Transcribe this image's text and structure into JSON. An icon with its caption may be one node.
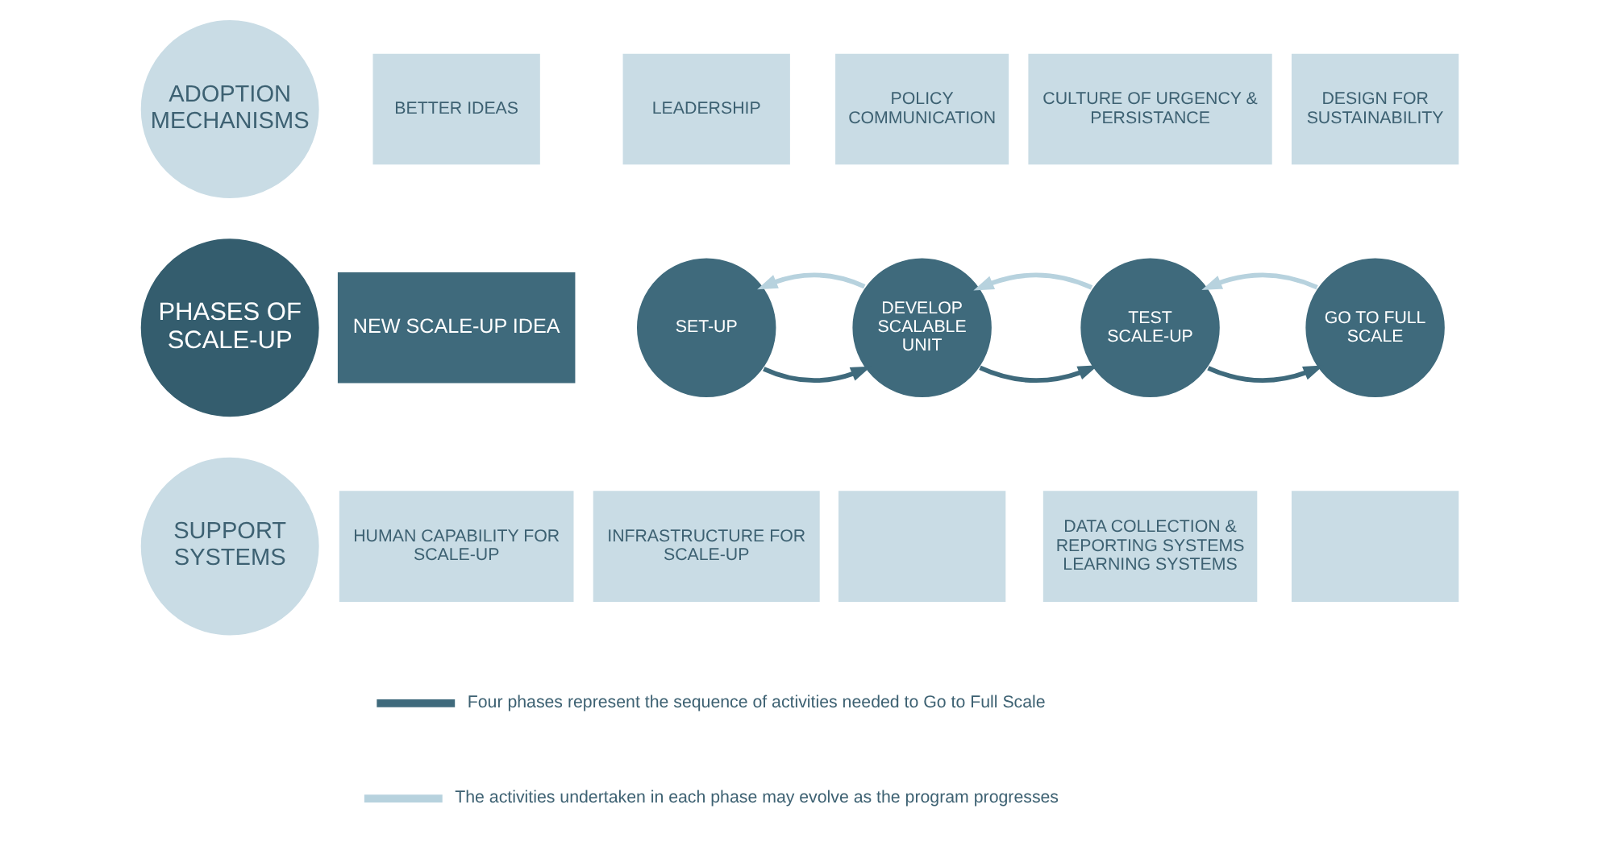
{
  "diagram": {
    "nodes": [
      {
        "text": [
          "ADOPTION MECHANISMS"
        ]
      },
      {
        "text": [
          "BETTER IDEAS"
        ]
      },
      {
        "text": [
          "LEADERSHIP"
        ]
      },
      {
        "text": [
          "POLICY",
          "COMMUNICATION"
        ]
      },
      {
        "text": [
          "CULTURE OF URGENCY & PERSISTANCE"
        ]
      },
      {
        "text": [
          "DESIGN FOR SUSTAINABILITY"
        ]
      },
      {
        "text": [
          "PHASES OF SCALE-UP"
        ]
      },
      {
        "text": [
          "NEW SCALE-UP IDEA"
        ]
      },
      {
        "text": [
          "SET-UP"
        ]
      },
      {
        "text": [
          "DEVELOP SCALABLE UNIT"
        ]
      },
      {
        "text": [
          "TEST SCALE-UP"
        ]
      },
      {
        "text": [
          "GO TO FULL SCALE"
        ]
      },
      {
        "text": [
          "SUPPORT SYSTEMS"
        ]
      },
      {
        "text": [
          "HUMAN CAPABILITY FOR SCALE-UP"
        ]
      },
      {
        "text": [
          "INFRASTRUCTURE FOR SCALE-UP"
        ]
      },
      {
        "text": [],
        "shape": "box"
      },
      {
        "text": [
          "DATA COLLECTION & REPORTING SYSTEMS",
          "LEARNING SYSTEMS"
        ]
      },
      {
        "text": [],
        "shape": "box"
      }
    ],
    "edges": [
      {
        "from": 8,
        "to": 9,
        "arrow": "to"
      },
      {
        "from": 9,
        "to": 10,
        "arrow": "to"
      },
      {
        "from": 10,
        "to": 11,
        "arrow": "to"
      },
      {
        "from": 9,
        "to": 8,
        "arrow": "to",
        "color": "#b7d2de"
      },
      {
        "from": 10,
        "to": 9,
        "arrow": "to",
        "color": "#b7d2de"
      },
      {
        "from": 11,
        "to": 10,
        "arrow": "to",
        "color": "#b7d2de"
      }
    ],
    "legend": [
      {
        "text": "Four phases represent the sequence of activities needed to Go to Full Scale"
      },
      {
        "text": "The activities undertaken in each phase may evolve as the program progresses"
      }
    ]
  }
}
